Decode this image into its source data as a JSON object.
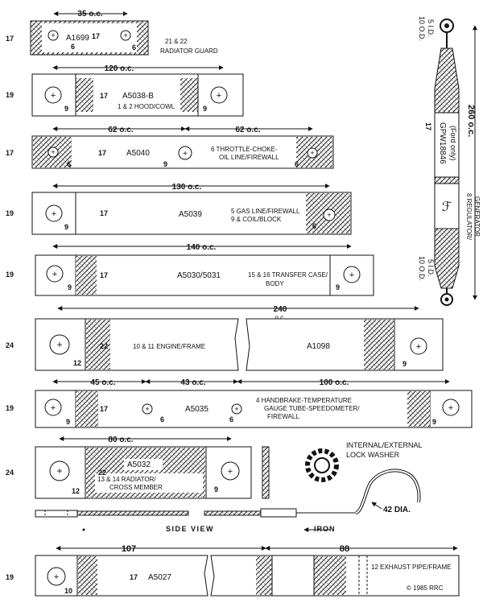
{
  "strap1": {
    "spacing": "35 o.c.",
    "width": "17",
    "part": "A1699",
    "desc1": "21 & 22",
    "desc2": "RADIATOR GUARD",
    "hole_a": "6",
    "hole_b": "6"
  },
  "strap2": {
    "spacing": "120 o.c.",
    "width_end": "19",
    "width": "17",
    "part": "A5038-B",
    "desc1": "1 & 2 HOOD/COWL",
    "hole_a": "9",
    "hole_b": "9"
  },
  "strap3": {
    "spacing_a": "62 o.c.",
    "spacing_b": "62 o.c.",
    "width_end": "17",
    "width": "17",
    "part": "A5040",
    "desc1": "6 THROTTLE-CHOKE-",
    "desc2": "OIL LINE/FIREWALL",
    "hole_a": "6",
    "hole_b": "9",
    "hole_c": "6"
  },
  "strap4": {
    "spacing": "130 o.c.",
    "width_end": "19",
    "width": "17",
    "part": "A5039",
    "desc1": "5 GAS LINE/FIREWALL",
    "desc2": "9 & COIL/BLOCK",
    "hole_a": "9",
    "hole_b": "6"
  },
  "strap5": {
    "spacing": "140 o.c.",
    "width_end": "19",
    "width": "17",
    "part": "A5030/5031",
    "desc1": "15 & 16 TRANSFER CASE/",
    "desc2": "BODY",
    "hole_a": "9",
    "hole_b": "9"
  },
  "strap6": {
    "spacing": "240",
    "spacing_unit": "o.c.",
    "width_end": "24",
    "width": "22",
    "part": "A1098",
    "desc1": "10 & 11 ENGINE/FRAME",
    "hole_a": "12",
    "hole_b": "9"
  },
  "strap7": {
    "spacing_a": "45 o.c.",
    "spacing_b": "43 o.c.",
    "spacing_c": "100 o.c.",
    "width_end": "19",
    "width": "17",
    "part": "A5035",
    "desc1": "4 HANDBRAKE-TEMPERATURE",
    "desc2": "GAUGE TUBE-SPEEDOMETER/",
    "desc3": "FIREWALL",
    "hole_a": "9",
    "hole_b": "6",
    "hole_c": "6",
    "hole_d": "9"
  },
  "strap8": {
    "spacing": "80 o.c.",
    "width_end": "24",
    "width": "22",
    "part": "A5032",
    "desc1": "13 & 14 RADIATOR/",
    "desc2": "CROSS MEMBER",
    "hole_a": "12",
    "hole_b": "9"
  },
  "strap9": {
    "spacing_a": "107",
    "spacing_b": "88",
    "width_end": "19",
    "width": "17",
    "part": "A5027",
    "desc1": "12 EXHAUST PIPE/FRAME",
    "hole_a": "10",
    "copyright": "© 1985 RRC"
  },
  "generator": {
    "length": "260 o.c.",
    "width": "17",
    "part": "GPW18846",
    "note": "(Ford only)",
    "desc1": "8 REGULATOR/",
    "desc2": "GENERATOR",
    "id_top": "5 I.D.",
    "od_top": "10 O.D.",
    "id_bottom": "5 I.D.",
    "od_bottom": "10 O.D."
  },
  "washer": {
    "label1": "INTERNAL/EXTERNAL",
    "label2": "LOCK WASHER"
  },
  "iron": {
    "dia": "42 DIA.",
    "side_view": "SIDE VIEW",
    "iron_label": "IRON"
  }
}
